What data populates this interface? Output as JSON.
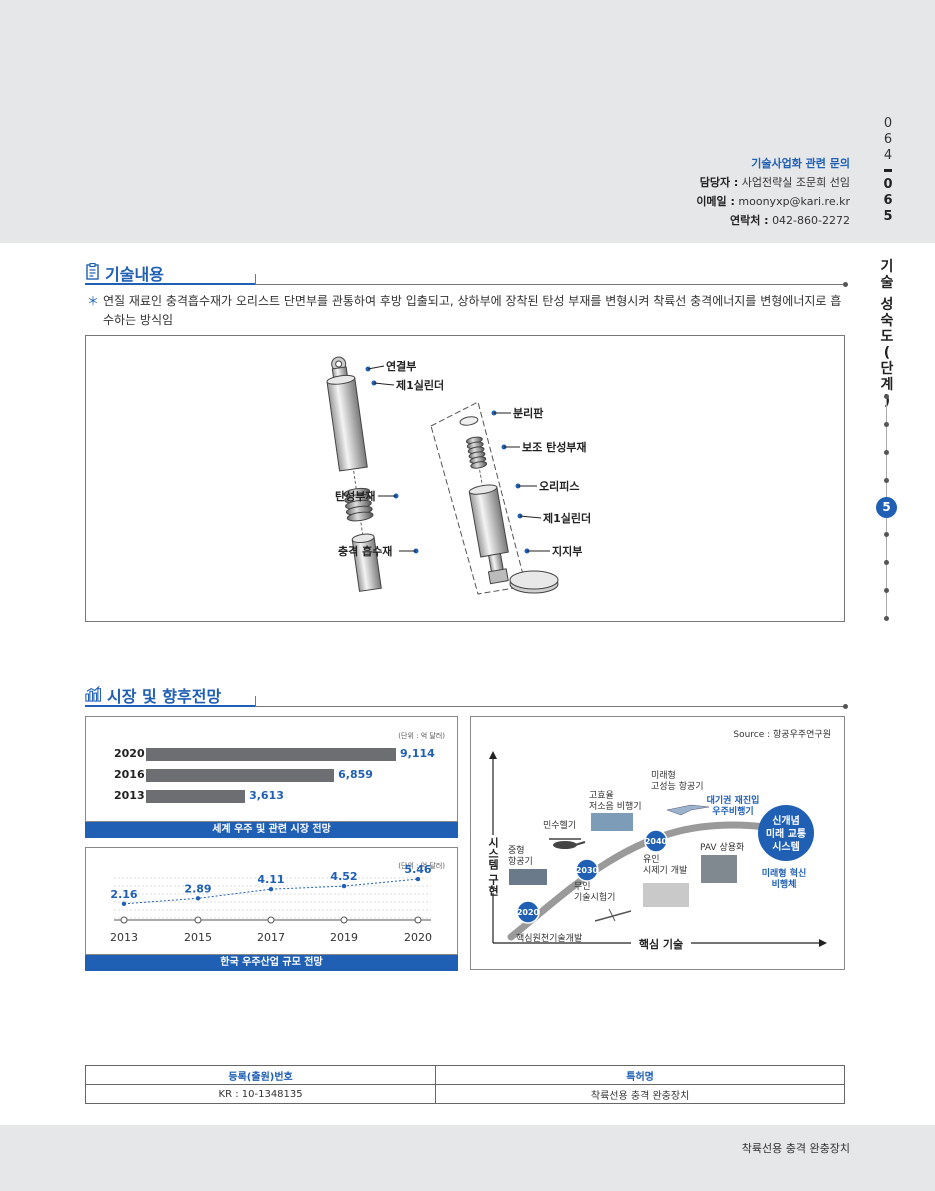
{
  "contact": {
    "title": "기술사업화 관련 문의",
    "manager_label": "담당자 :",
    "manager_value": "사업전략실 조문희 선임",
    "email_label": "이메일 :",
    "email_value": "moonyxp@kari.re.kr",
    "phone_label": "연락처 :",
    "phone_value": "042-860-2272"
  },
  "page_numbers": {
    "left": [
      "0",
      "6",
      "4"
    ],
    "right": [
      "0",
      "6",
      "5"
    ]
  },
  "side_nav": {
    "title_chars": [
      "기",
      "술",
      "",
      "성",
      "숙",
      "도",
      "(",
      "단",
      "계",
      ")"
    ],
    "active_step": "5",
    "colors": {
      "active": "#1f5fb4"
    }
  },
  "tech_section": {
    "title": "기술내용",
    "bullet": "＊",
    "description": "연질 재료인 충격흡수재가 오리스트 단면부를 관통하여 후방 입출되고, 상하부에 장착된 탄성 부재를 변형시켜 착륙선 충격에너지를 변형에너지로 흡수하는 방식임",
    "figure_labels": {
      "connector": "연결부",
      "first_cylinder": "제1실린더",
      "separator": "분리판",
      "aux_elastic": "보조 탄성부재",
      "orifice": "오리피스",
      "first_cylinder_2": "제1실린더",
      "support": "지지부",
      "elastic": "탄성부재",
      "absorber": "충격 흡수재"
    }
  },
  "market_section": {
    "title": "시장 및 향후전망",
    "global_chart": {
      "unit": "(단위 : 억 달러)",
      "caption": "세계 우주 및 관련 시장 전망",
      "rows": [
        {
          "year": "2020",
          "value": 9114,
          "label": "9,114"
        },
        {
          "year": "2016",
          "value": 6859,
          "label": "6,859"
        },
        {
          "year": "2013",
          "value": 3613,
          "label": "3,613"
        }
      ],
      "max": 9114
    },
    "korea_chart": {
      "unit": "(단위 : 억 달러)",
      "caption": "한국 우주산업 규모 전망",
      "points": [
        {
          "year": "2013",
          "value": 2.16,
          "label": "2.16"
        },
        {
          "year": "2015",
          "value": 2.89,
          "label": "2.89"
        },
        {
          "year": "2017",
          "value": 4.11,
          "label": "4.11"
        },
        {
          "year": "2019",
          "value": 4.52,
          "label": "4.52"
        },
        {
          "year": "2020",
          "value": 5.46,
          "label": "5.46"
        }
      ]
    },
    "roadmap": {
      "source": "Source : 항공우주연구원",
      "y_axis": "시스템 구현",
      "x_axis": "핵심 기술",
      "milestones": [
        "2020",
        "2030",
        "2040"
      ],
      "labels": {
        "core_tech": "핵심원천기술개발",
        "mid_aircraft_1": "중형",
        "mid_aircraft_2": "항공기",
        "civil_heli": "민수헬기",
        "high_eff_1": "고효율",
        "high_eff_2": "저소음 비행기",
        "future_1": "미래형",
        "future_2": "고성능 항공기",
        "reentry_1": "대기권 재진입",
        "reentry_2": "우주비행기",
        "unmanned_1": "무인",
        "unmanned_2": "기술시험기",
        "manned_1": "유인",
        "manned_2": "시제기 개발",
        "pav": "PAV 상용화",
        "new_concept_1": "신개념",
        "new_concept_2": "미래 교통",
        "new_concept_3": "시스템",
        "innov_1": "미래형 혁신",
        "innov_2": "비행체"
      }
    }
  },
  "patent_table": {
    "headers": [
      "등록(출원)번호",
      "특허명"
    ],
    "rows": [
      [
        "KR : 10-1348135",
        "착륙선용 충격 완충장치"
      ]
    ]
  },
  "footer": {
    "title": "착륙선용 충격 완충장치"
  }
}
